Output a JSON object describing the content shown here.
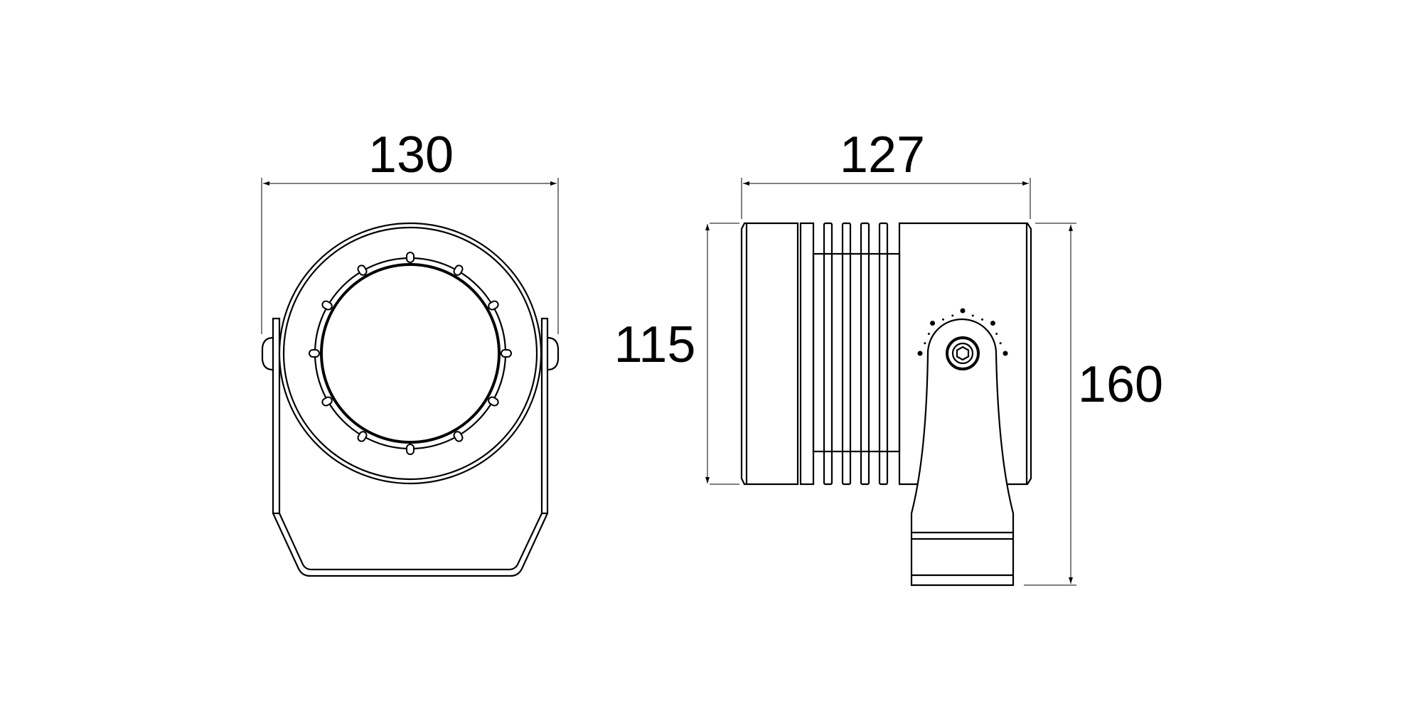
{
  "front_view": {
    "width_dimension": "130",
    "height_dimension": "115"
  },
  "side_view": {
    "length_dimension": "127",
    "total_height_dimension": "160"
  },
  "colors": {
    "line": "#000000",
    "background": "#ffffff"
  }
}
